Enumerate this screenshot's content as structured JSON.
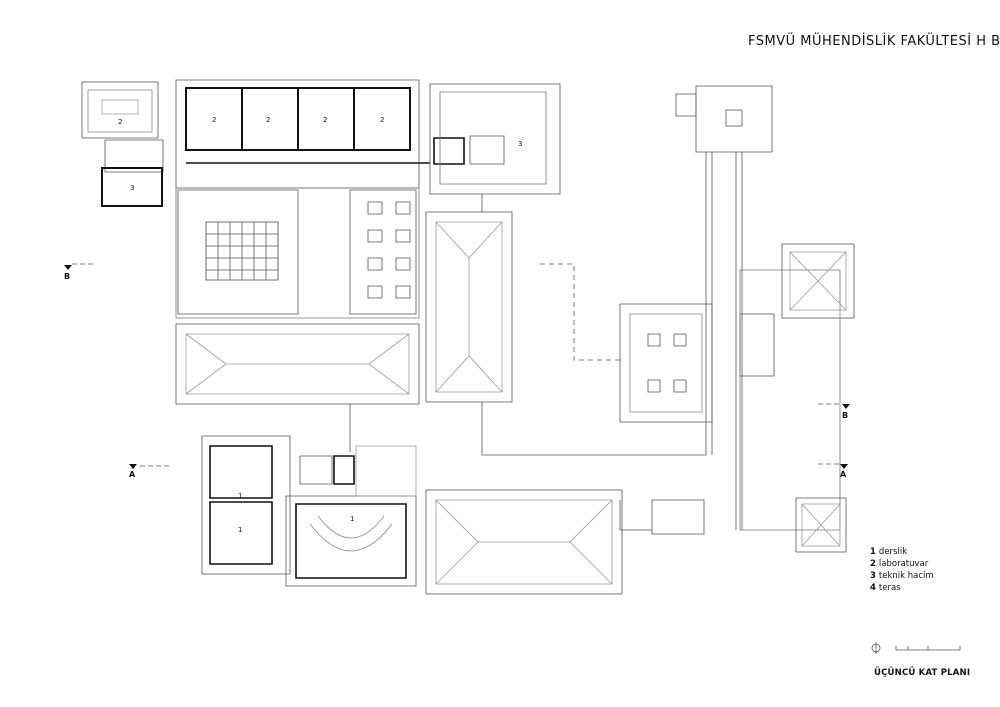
{
  "title": "FSMVÜ MÜHENDİSLİK FAKÜLTESİ H BLOK",
  "plan_name": "ÜÇÜNCÜ KAT PLANI",
  "legend": [
    {
      "num": "1",
      "label": "derslik"
    },
    {
      "num": "2",
      "label": "laboratuvar"
    },
    {
      "num": "3",
      "label": "teknik hacim"
    },
    {
      "num": "4",
      "label": "teras"
    }
  ],
  "section_marks": {
    "b_left": "B",
    "a_left": "A",
    "b_right": "B",
    "a_right": "A"
  },
  "room_numbers": {
    "lab_left": "2",
    "lab_a": "2",
    "lab_b": "2",
    "lab_c": "2",
    "lab_d": "2",
    "tech_left": "3",
    "tech_right": "3",
    "class_top": "1",
    "class_mid": "1",
    "auditorium": "1"
  },
  "colors": {
    "ink": "#111111",
    "line": "#555555",
    "light": "#9a9a9a"
  }
}
